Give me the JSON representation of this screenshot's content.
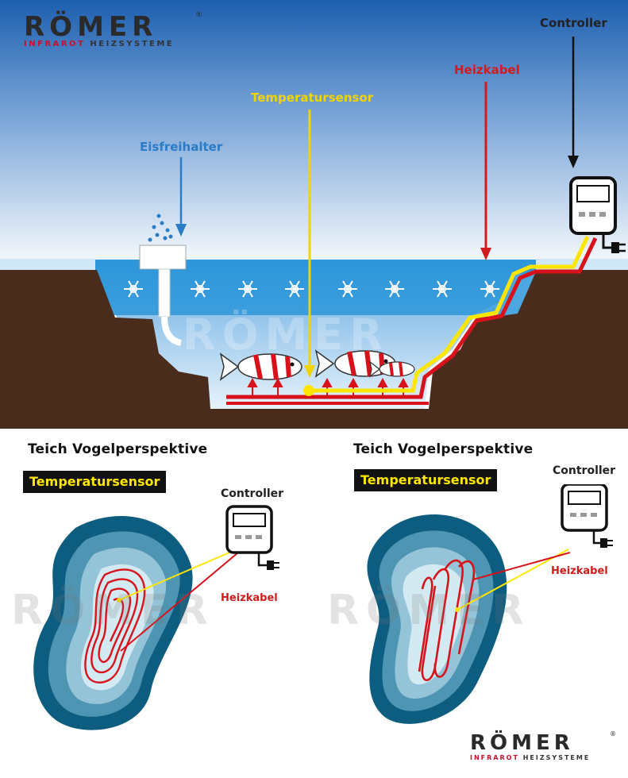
{
  "brand": {
    "name": "RÖMER",
    "tagline_red": "INFRAROT",
    "tagline_dark": "HEIZSYSTEME",
    "registered": "®"
  },
  "top_diagram": {
    "labels": {
      "controller": "Controller",
      "heating_cable": "Heizkabel",
      "temperature_sensor": "Temperatursensor",
      "ice_preventer": "Eisfreihalter"
    }
  },
  "bottom_left": {
    "title": "Teich Vogelperspektive",
    "sensor_tag": "Temperatursensor",
    "controller": "Controller",
    "heating_cable": "Heizkabel"
  },
  "bottom_right": {
    "title": "Teich Vogelperspektive",
    "sensor_tag": "Temperatursensor",
    "controller": "Controller",
    "heating_cable": "Heizkabel"
  },
  "colors": {
    "sky_top": "#1f63b3",
    "water": "#2a94d6",
    "soil": "#4a2c1c",
    "sensor_yellow": "#ffe600",
    "cable_red": "#d8121b",
    "label_blue": "#2a7cc7",
    "label_red": "#d21b1b",
    "label_yellow": "#f2d400"
  }
}
